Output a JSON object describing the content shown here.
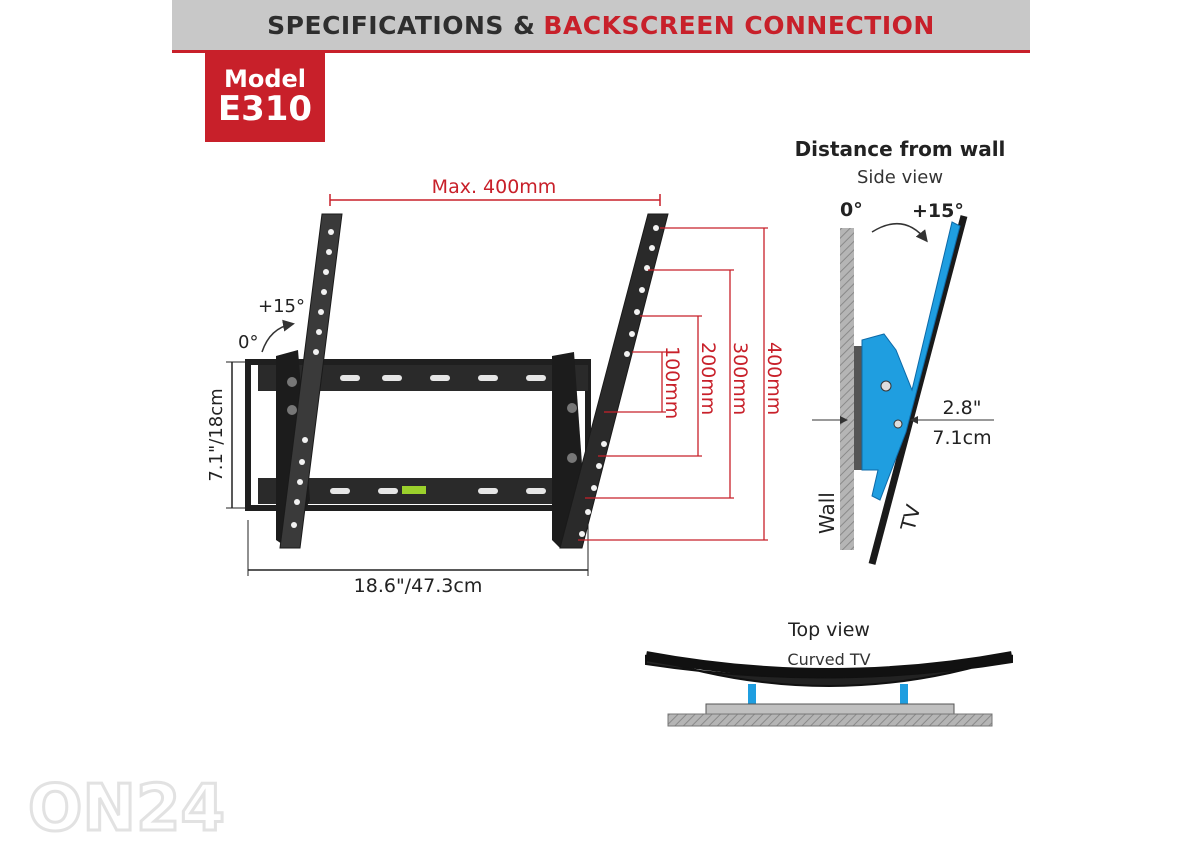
{
  "header": {
    "title_part1": "SPECIFICATIONS &",
    "title_part2": "BACKSCREEN CONNECTION",
    "accent_color": "#c8202a",
    "bar_color": "#c8c8c8"
  },
  "model": {
    "label": "Model",
    "number": "E310"
  },
  "front_view": {
    "max_width": "Max. 400mm",
    "tilt_max": "+15°",
    "tilt_min": "0°",
    "height_label": "7.1\"/18cm",
    "width_label": "18.6\"/47.3cm",
    "vesa_heights": [
      "100mm",
      "200mm",
      "300mm",
      "400mm"
    ]
  },
  "side_view": {
    "title": "Distance from wall",
    "subtitle": "Side view",
    "angle_min": "0°",
    "angle_max": "+15°",
    "distance_in": "2.8\"",
    "distance_cm": "7.1cm",
    "wall_label": "Wall",
    "tv_label": "TV",
    "accent_color": "#1f9ee0"
  },
  "top_view": {
    "title": "Top view",
    "subtitle": "Curved TV"
  },
  "watermark": "ON24"
}
